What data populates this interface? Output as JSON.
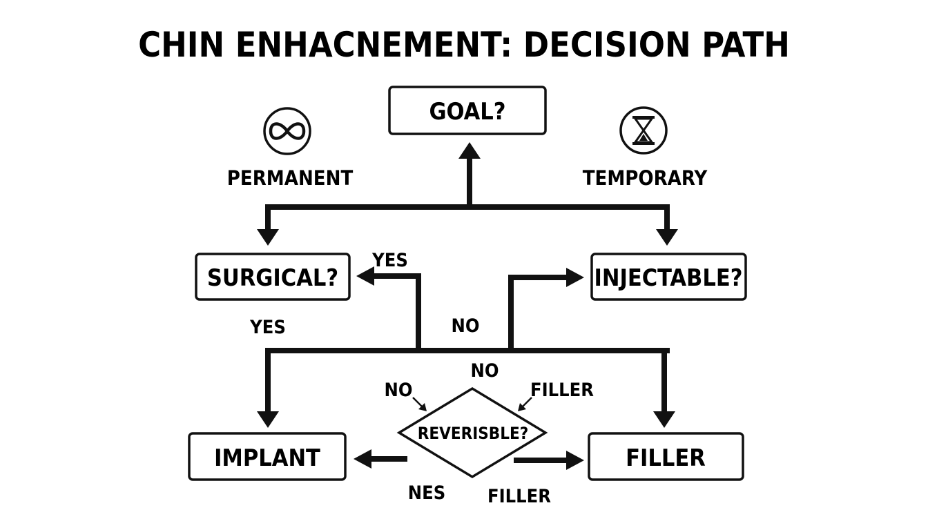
{
  "title": "CHIN ENHACNEMENT: DECISION PATH",
  "nodes": {
    "goal": "GOAL?",
    "surgical": "SURGICAL?",
    "injectable": "INJECTABLE?",
    "implant": "IMPLANT",
    "filler": "FILLER",
    "reversible": "REVERISBLE?"
  },
  "side_labels": {
    "permanent": "PERMANENT",
    "temporary": "TEMPORARY"
  },
  "icons": {
    "permanent": "infinity-icon",
    "temporary": "hourglass-icon"
  },
  "edge_labels": {
    "yes_top": "YES",
    "yes_left": "YES",
    "no_center": "NO",
    "no_mid": "NO",
    "no_diamond": "NO",
    "filler_diamond": "FILLER",
    "nes_bottom": "NES",
    "filler_bottom": "FILLER"
  }
}
